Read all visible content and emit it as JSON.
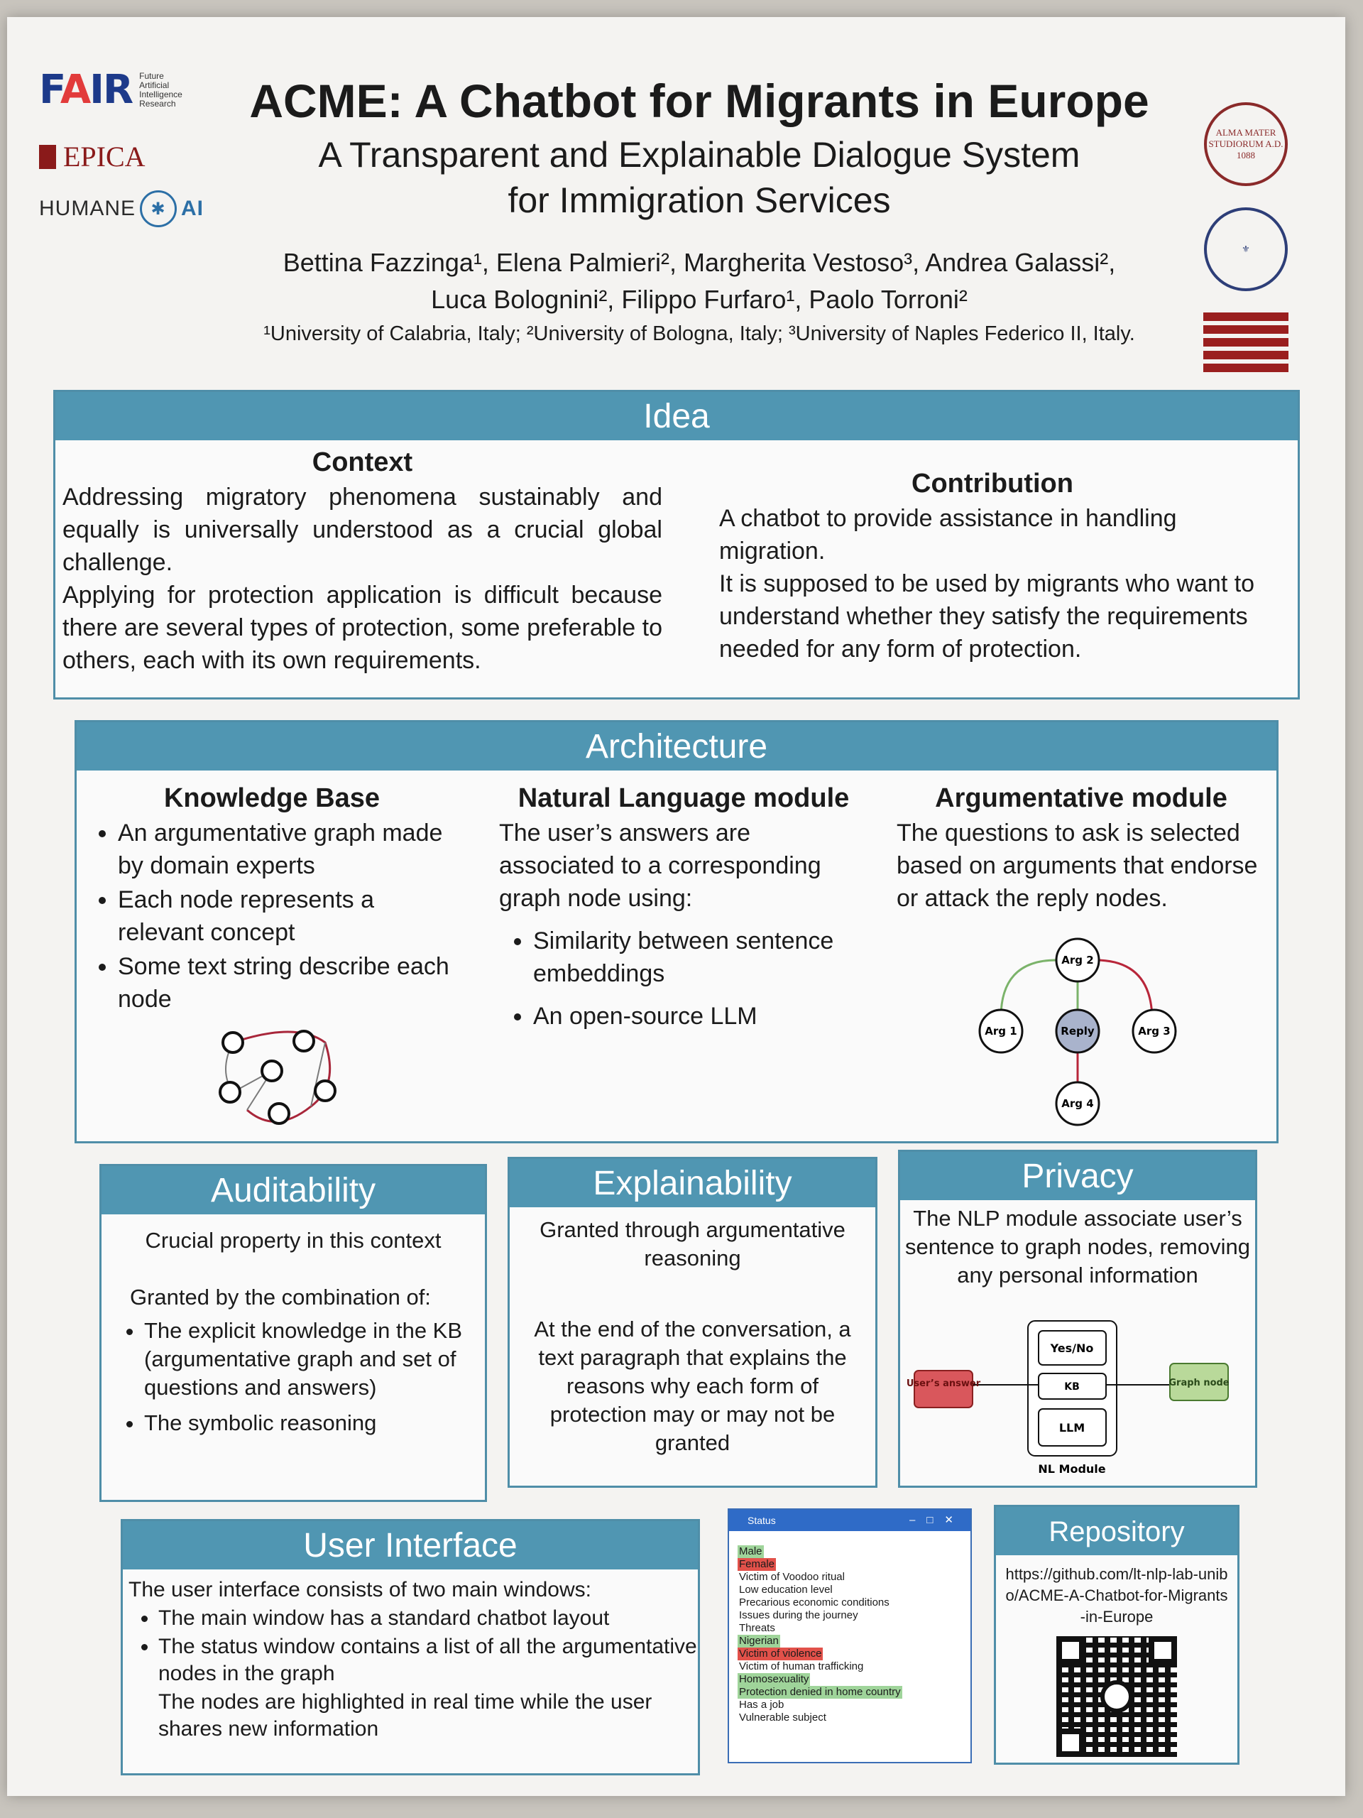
{
  "logos": {
    "fair_mark": "FAIR",
    "fair_sub": [
      "Future",
      "Artificial",
      "Intelligence",
      "Research"
    ],
    "epica": "EPICA",
    "humane": "HUMANE",
    "humane_ai": "AI",
    "seal_bologna": "ALMA MATER STUDIORUM A.D. 1088"
  },
  "header": {
    "title": "ACME: A Chatbot for Migrants in Europe",
    "subtitle_line1": "A Transparent and Explainable Dialogue System",
    "subtitle_line2": "for Immigration Services",
    "authors_line1": "Bettina Fazzinga¹, Elena Palmieri², Margherita Vestoso³, Andrea Galassi²,",
    "authors_line2": "Luca Bolognini², Filippo Furfaro¹, Paolo Torroni²",
    "affiliations": "¹University of Calabria, Italy; ²University of Bologna, Italy; ³University of Naples Federico II, Italy."
  },
  "idea": {
    "heading": "Idea",
    "context_title": "Context",
    "context_p1": "Addressing migratory phenomena sustainably and equally is universally understood as a crucial global challenge.",
    "context_p2": "Applying for protection application is difficult because there are several types of protection, some preferable to others, each with its own requirements.",
    "contribution_title": "Contribution",
    "contribution_p1": "A chatbot to provide assistance in handling migration.",
    "contribution_p2": "It is supposed to be used by migrants who want to understand whether they satisfy the requirements needed for any form of protection."
  },
  "architecture": {
    "heading": "Architecture",
    "kb_title": "Knowledge Base",
    "kb_items": [
      "An argumentative graph made by domain experts",
      "Each node represents a relevant concept",
      "Some text string describe each node"
    ],
    "nl_title": "Natural Language module",
    "nl_text": "The user’s answers are associated to a corresponding graph node using:",
    "nl_items": [
      "Similarity between sentence embeddings",
      "An open-source LLM"
    ],
    "arg_title": "Argumentative module",
    "arg_text": "The questions to ask is selected based on arguments that endorse or attack the reply nodes.",
    "graph_nodes": {
      "arg1": "Arg 1",
      "arg2": "Arg 2",
      "arg3": "Arg 3",
      "arg4": "Arg 4",
      "reply": "Reply"
    },
    "colors": {
      "support": "#7bb36a",
      "attack": "#b8263a",
      "reply_fill": "#a9b3cc"
    }
  },
  "auditability": {
    "heading": "Auditability",
    "p1": "Crucial property in this context",
    "p2": "Granted by the combination of:",
    "items": [
      "The explicit knowledge in the KB (argumentative graph and set of questions and answers)",
      "The symbolic reasoning"
    ]
  },
  "explainability": {
    "heading": "Explainability",
    "p1": "Granted through argumentative reasoning",
    "p2": "At the end of the conversation, a text paragraph that explains the reasons why each form of protection may or may not be granted"
  },
  "privacy": {
    "heading": "Privacy",
    "p1": "The NLP module associate user’s sentence to graph nodes, removing any personal information",
    "diagram": {
      "users_answer": "User’s answer",
      "yes_no": "Yes/No",
      "kb": "KB",
      "llm": "LLM",
      "graph_node": "Graph node",
      "nl_module": "NL Module"
    }
  },
  "user_interface": {
    "heading": "User Interface",
    "intro": "The user interface consists of two main windows:",
    "items": [
      "The main window has a standard chatbot layout",
      "The status window contains a list of all the argumentative nodes in the graph"
    ],
    "extra": "The nodes are highlighted in real time while the user shares new information"
  },
  "status_window": {
    "title": "Status",
    "items": [
      {
        "label": "Male",
        "hl": "green"
      },
      {
        "label": "Female",
        "hl": "red"
      },
      {
        "label": "Victim of Voodoo ritual",
        "hl": "none"
      },
      {
        "label": "Low education level",
        "hl": "none"
      },
      {
        "label": "Precarious economic conditions",
        "hl": "none"
      },
      {
        "label": "Issues during the journey",
        "hl": "none"
      },
      {
        "label": "Threats",
        "hl": "none"
      },
      {
        "label": "Nigerian",
        "hl": "green"
      },
      {
        "label": "Victim of violence",
        "hl": "red"
      },
      {
        "label": "Victim of human trafficking",
        "hl": "none"
      },
      {
        "label": "Homosexuality",
        "hl": "green"
      },
      {
        "label": "Protection denied in home country",
        "hl": "green"
      },
      {
        "label": "Has a job",
        "hl": "none"
      },
      {
        "label": "Vulnerable subject",
        "hl": "none"
      }
    ]
  },
  "repository": {
    "heading": "Repository",
    "url": "https://github.com/lt-nlp-lab-unibo/ACME-A-Chatbot-for-Migrants-in-Europe"
  }
}
